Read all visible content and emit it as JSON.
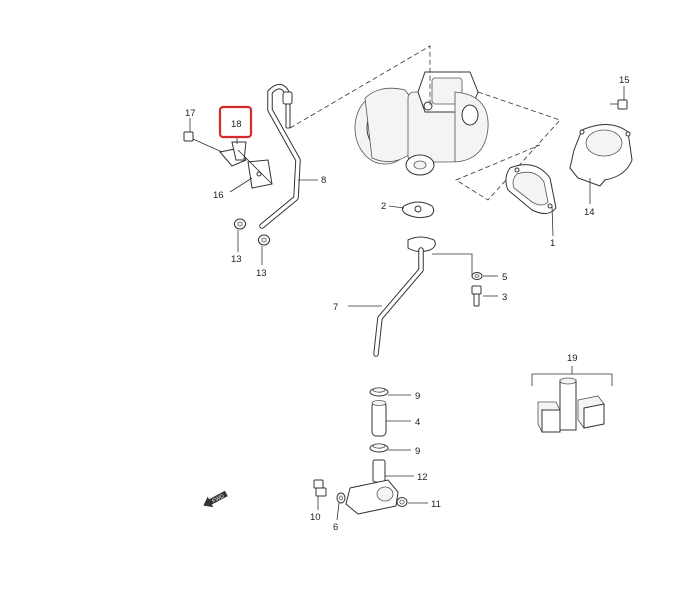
{
  "callouts": {
    "c1": "1",
    "c2": "2",
    "c3": "3",
    "c4": "4",
    "c5": "5",
    "c6": "6",
    "c7": "7",
    "c8": "8",
    "c9a": "9",
    "c9b": "9",
    "c10": "10",
    "c11": "11",
    "c12": "12",
    "c13a": "13",
    "c13b": "13",
    "c14": "14",
    "c15": "15",
    "c16": "16",
    "c17": "17",
    "c18": "18",
    "c19": "19"
  },
  "highlight_color": "#d62b2b",
  "direction_marker_text": "FWD"
}
